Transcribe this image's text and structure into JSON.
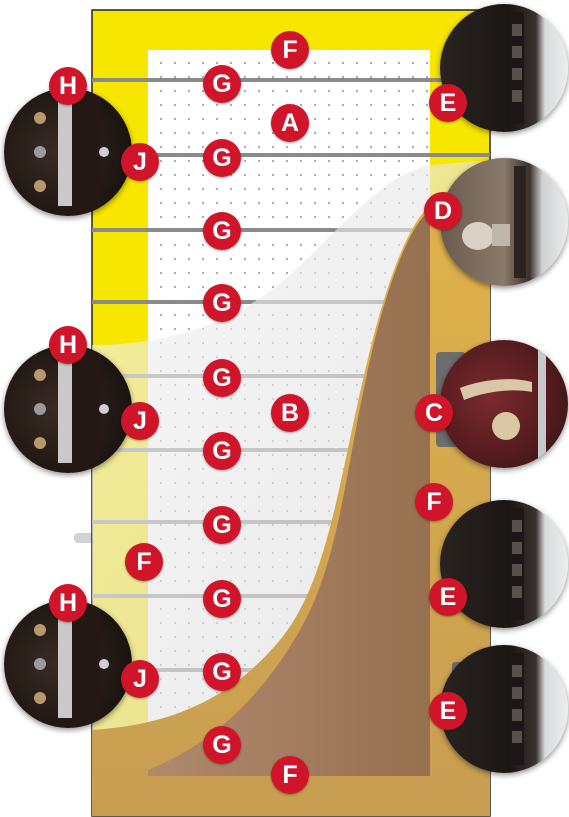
{
  "colors": {
    "frame_yellow": "#f7e600",
    "panel_white": "#ffffff",
    "wood": "#a47c5f",
    "bar_gray": "#8a8a8a",
    "badge_red": "#d0152b"
  },
  "labels": {
    "A": "A",
    "B": "B",
    "C": "C",
    "D": "D",
    "E": "E",
    "F": "F",
    "G": "G",
    "H": "H",
    "J": "J"
  },
  "callouts": [
    {
      "name": "hinge-detail",
      "icon": "hinge-icon",
      "labels": [
        "H",
        "J"
      ]
    },
    {
      "name": "lock-bolt-detail",
      "icon": "lock-bolt-icon",
      "labels": [
        "E"
      ]
    },
    {
      "name": "cylinder-knob-detail",
      "icon": "knob-icon",
      "labels": [
        "D"
      ]
    },
    {
      "name": "handle-detail",
      "icon": "door-handle-icon",
      "labels": [
        "C"
      ]
    }
  ]
}
